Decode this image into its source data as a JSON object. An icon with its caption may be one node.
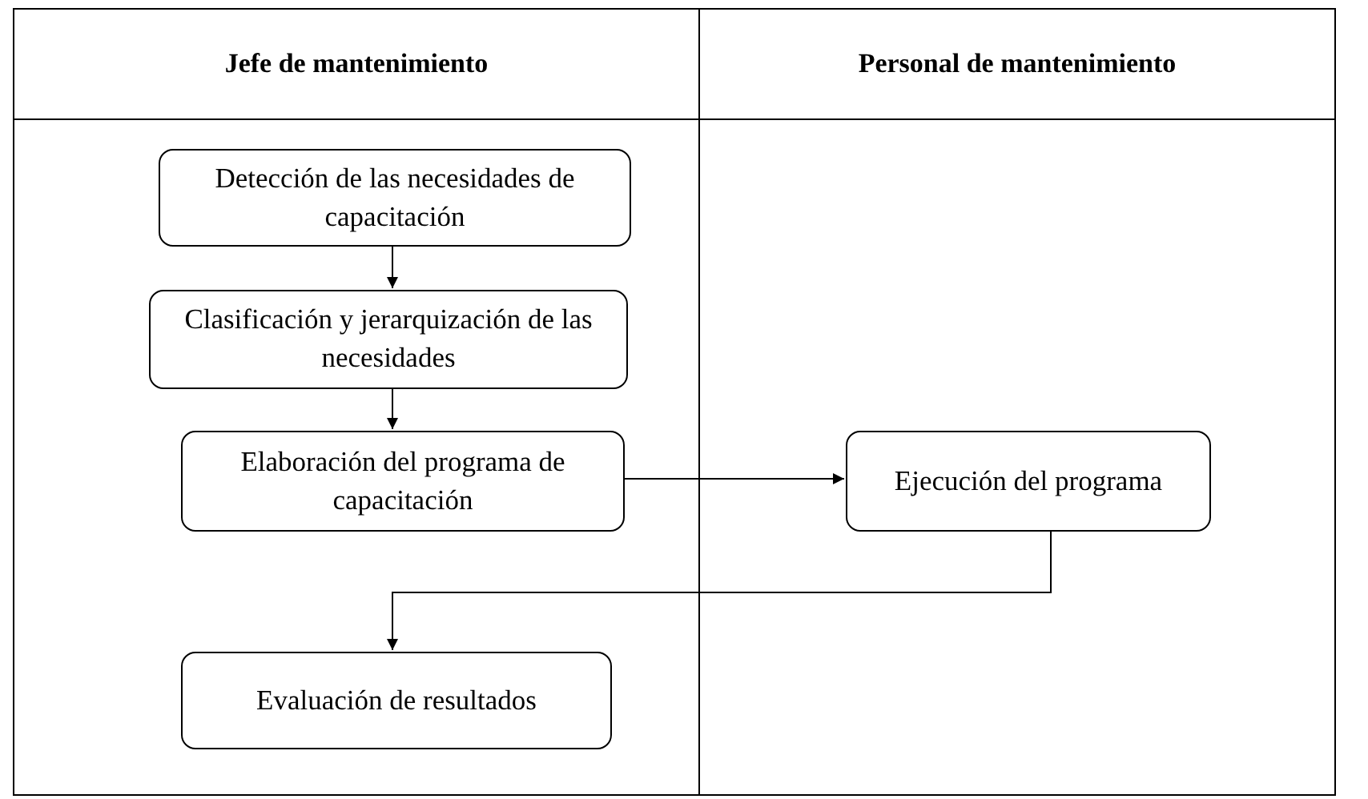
{
  "diagram": {
    "nodes": [
      {
        "text": [
          "Jefe de mantenimiento"
        ]
      },
      {
        "text": [
          "Personal de mantenimiento"
        ]
      },
      {
        "text": [
          "Detección de las necesidades de capacitación"
        ],
        "in": 0
      },
      {
        "text": [
          "Clasificación y jerarquización de las necesidades"
        ],
        "in": 0
      },
      {
        "text": [
          "Elaboración del programa de capacitación"
        ],
        "in": 0
      },
      {
        "text": [
          "Ejecución del programa"
        ],
        "in": 1
      },
      {
        "text": [
          "Evaluación de resultados"
        ],
        "in": 0
      }
    ],
    "edges": [
      {
        "from": 2,
        "to": 3,
        "arrow": "to"
      },
      {
        "from": 3,
        "to": 4,
        "arrow": "to"
      },
      {
        "from": 4,
        "to": 5,
        "arrow": "to"
      },
      {
        "from": 5,
        "to": 6,
        "arrow": "to"
      }
    ]
  }
}
